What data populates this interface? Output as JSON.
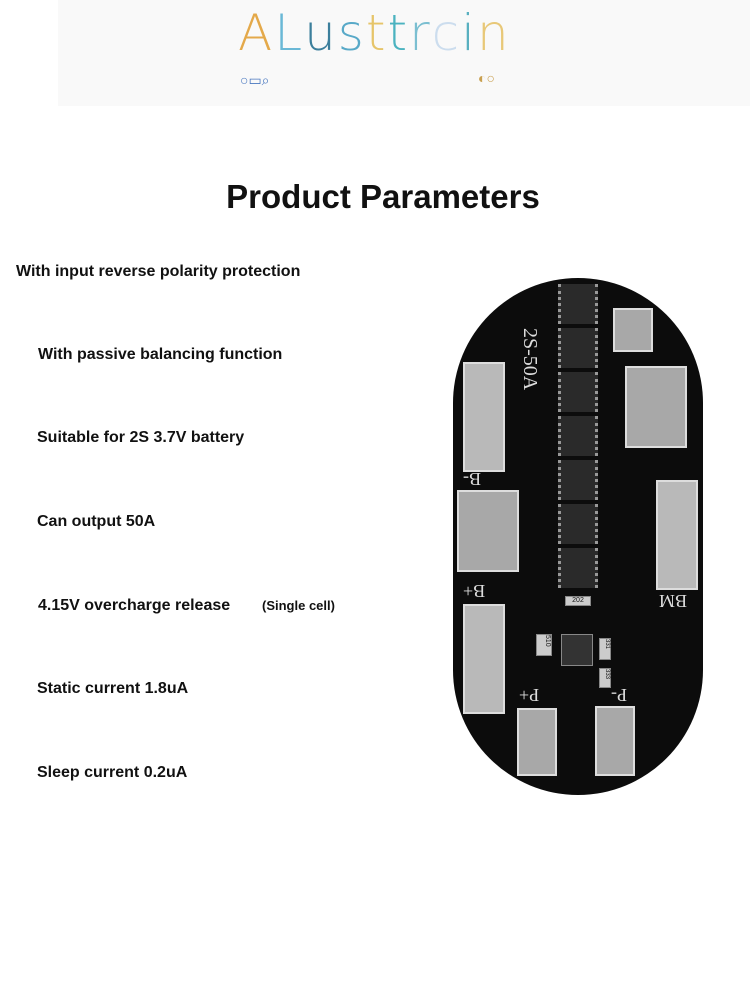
{
  "logo": {
    "text": "ALusttrcin"
  },
  "title": "Product Parameters",
  "features": [
    "With input reverse polarity protection",
    "With passive balancing function",
    "Suitable for 2S 3.7V battery",
    "Can output 50A",
    "4.15V overcharge release",
    "Static current 1.8uA",
    "Sleep current 0.2uA"
  ],
  "feature_note": "(Single cell)",
  "board": {
    "model": "2S-50A",
    "labels": {
      "b_minus": "B-",
      "b_plus": "B+",
      "bm": "BM",
      "p_plus": "P+",
      "p_minus": "P-"
    },
    "components": {
      "r1": "202",
      "r2": "510",
      "r3": "331",
      "r4": "333"
    }
  }
}
